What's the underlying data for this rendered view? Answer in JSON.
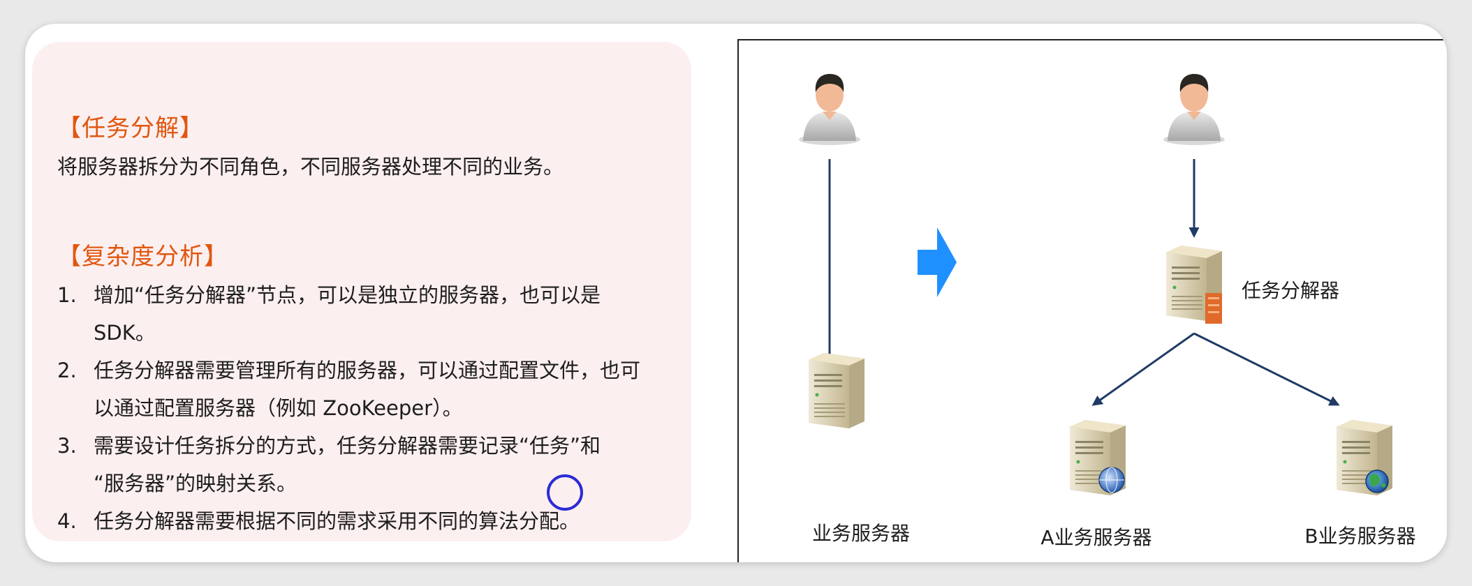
{
  "left": {
    "section1_title": "【任务分解】",
    "section1_desc": "将服务器拆分为不同角色，不同服务器处理不同的业务。",
    "section2_title": "【复杂度分析】",
    "items": [
      {
        "num": "1.",
        "line1": "增加“任务分解器”节点，可以是独立的服务器，也可以是",
        "line2": "SDK。"
      },
      {
        "num": "2.",
        "line1": "任务分解器需要管理所有的服务器，可以通过配置文件，也可",
        "line2": "以通过配置服务器（例如 ZooKeeper）。"
      },
      {
        "num": "3.",
        "line1": "需要设计任务拆分的方式，任务分解器需要记录“任务”和",
        "line2": "“服务器”的映射关系。"
      },
      {
        "num": "4.",
        "line1": "任务分解器需要根据不同的需求采用不同的算法分配。",
        "line2": ""
      }
    ]
  },
  "diagram": {
    "left_server_label": "业务服务器",
    "dispatcher_label": "任务分解器",
    "server_a_label": "A业务服务器",
    "server_b_label": "B业务服务器",
    "icons": [
      "user-icon",
      "server-icon",
      "dispatcher-server-icon",
      "web-server-icon",
      "right-arrow-icon"
    ],
    "colors": {
      "arrow": "#1f3b66",
      "big_arrow": "#1e90ff",
      "server_body": "#dcd2b2",
      "accent": "#e0560f"
    }
  }
}
